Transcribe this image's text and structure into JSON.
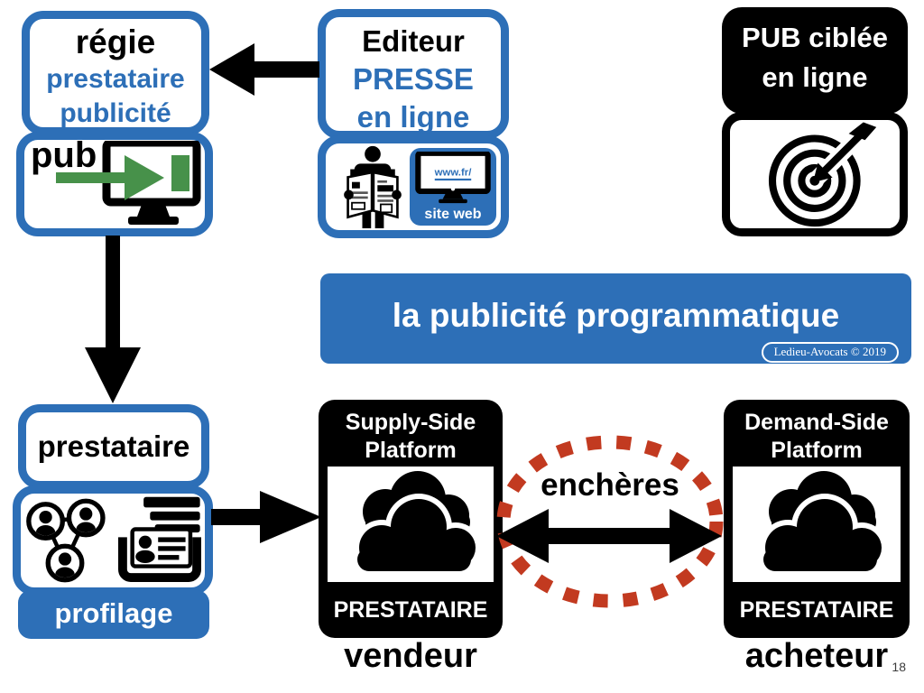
{
  "page": {
    "number": "18"
  },
  "palette": {
    "blue": "#2d6fb7",
    "black": "#000000",
    "red": "#c23a20",
    "green": "#47914a"
  },
  "regie": {
    "line1": "régie",
    "line2": "prestataire",
    "line3": "publicité"
  },
  "pub_box": {
    "label": "pub"
  },
  "editeur": {
    "line1": "Editeur",
    "line2": "PRESSE",
    "line3": "en ligne",
    "monitor_url": "www.fr/",
    "monitor_caption": "site web"
  },
  "pub_ciblee": {
    "line1": "PUB ciblée",
    "line2": "en ligne"
  },
  "banner": {
    "title": "la publicité programmatique",
    "credit": "Ledieu-Avocats © 2019"
  },
  "prestataire": {
    "title": "prestataire",
    "footer": "profilage"
  },
  "ssp": {
    "line1": "Supply-Side",
    "line2": "Platform",
    "footer": "PRESTATAIRE",
    "caption": "vendeur"
  },
  "dsp": {
    "line1": "Demand-Side",
    "line2": "Platform",
    "footer": "PRESTATAIRE",
    "caption": "acheteur"
  },
  "auction": {
    "label": "enchères"
  },
  "icons": [
    "monitor-ad-icon",
    "newspaper-reader-icon",
    "website-monitor-icon",
    "target-icon",
    "clouds-icon",
    "network-profiles-icon",
    "contact-cards-icon"
  ]
}
